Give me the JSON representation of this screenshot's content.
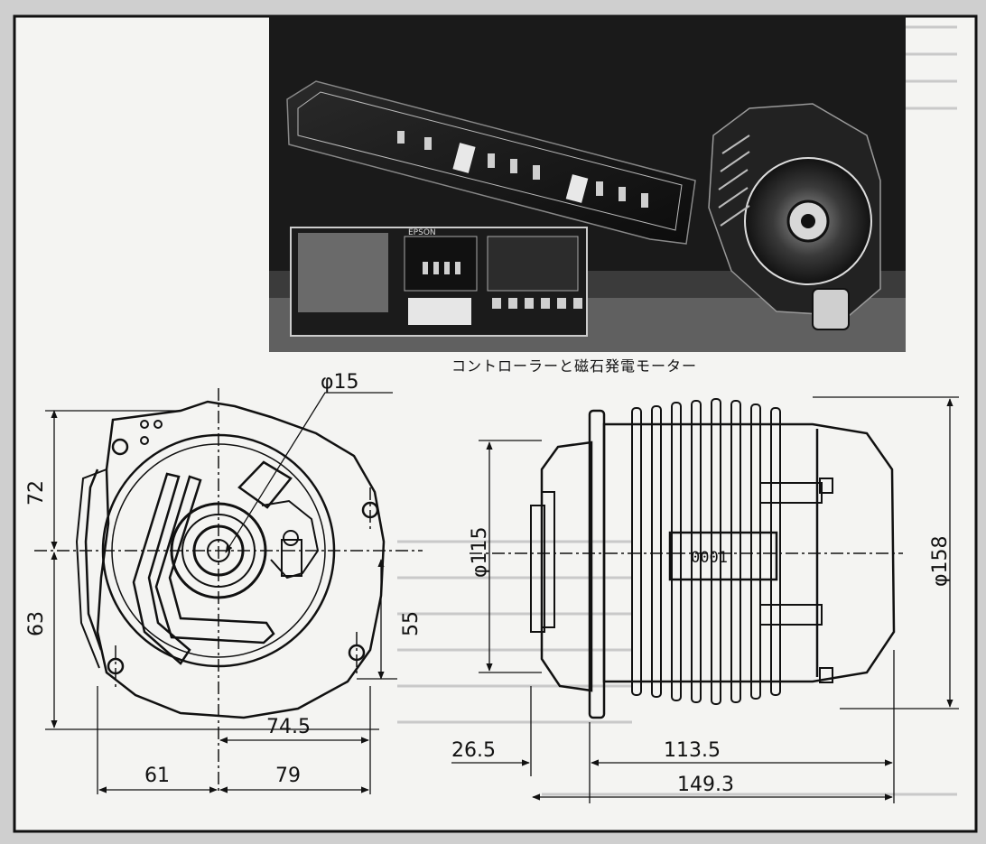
{
  "photo": {
    "caption": "コントローラーと磁石発電モーター",
    "board_marking": "EPSON"
  },
  "front_view": {
    "dims": {
      "top": "72",
      "bottom": "63",
      "inner_height": "55",
      "hole": "φ15",
      "width_a": "74.5",
      "width_b": "61",
      "width_c": "79"
    }
  },
  "side_view": {
    "counter": "0001",
    "dims": {
      "body_dia": "φ115",
      "overall_dia": "φ158",
      "shaft_len": "26.5",
      "body_len": "113.5",
      "overall_len": "149.3"
    }
  },
  "colors": {
    "ink": "#111111",
    "paper": "#f4f4f2",
    "page": "#cfcfcf"
  }
}
